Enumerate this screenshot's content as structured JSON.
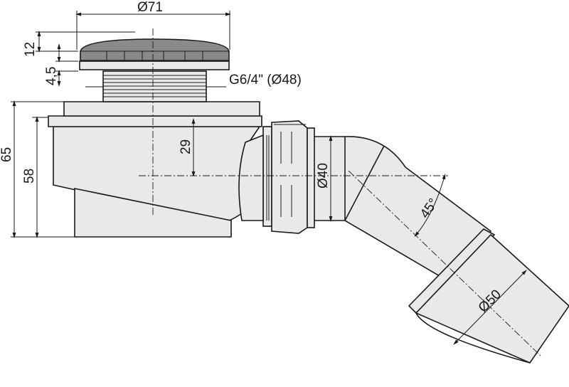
{
  "drawing": {
    "dimensions": {
      "cap_diameter": "Ø71",
      "cap_height": "12",
      "flange_height": "4,5",
      "thread": "G6/4\" (Ø48)",
      "total_height": "65",
      "body_height": "58",
      "outlet_axis_height": "29",
      "outlet_diameter": "Ø40",
      "elbow_angle": "45°",
      "pipe_diameter": "Ø50"
    }
  }
}
